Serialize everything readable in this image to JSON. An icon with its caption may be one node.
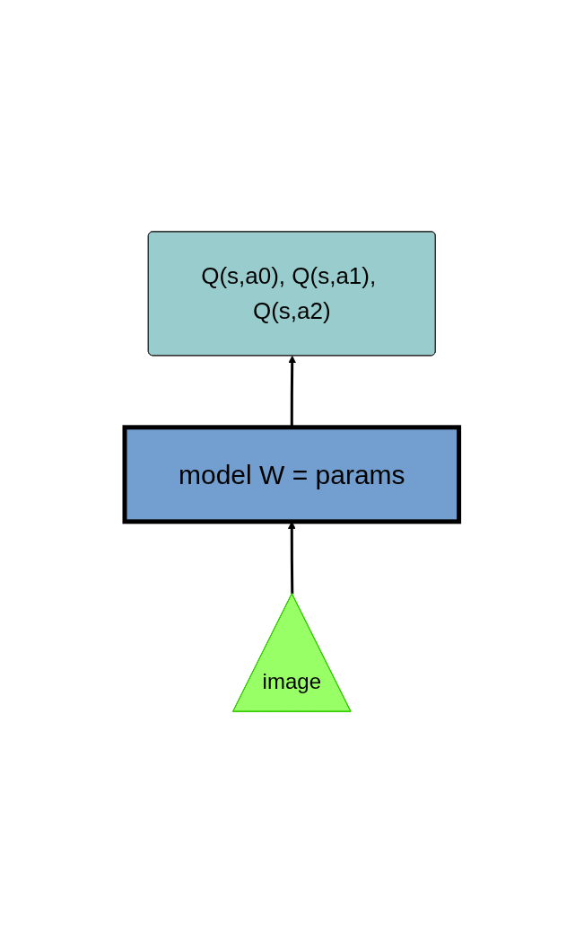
{
  "diagram": {
    "nodes": [
      {
        "text": [
          "Q(s,a0), Q(s,a1), Q(s,a2)"
        ]
      },
      {
        "text": [
          "model W = params"
        ]
      },
      {
        "text": [
          "image"
        ]
      }
    ],
    "edges": [
      {
        "from": 2,
        "to": 1,
        "arrow": "to"
      },
      {
        "from": 1,
        "to": 0,
        "arrow": "to"
      }
    ]
  }
}
